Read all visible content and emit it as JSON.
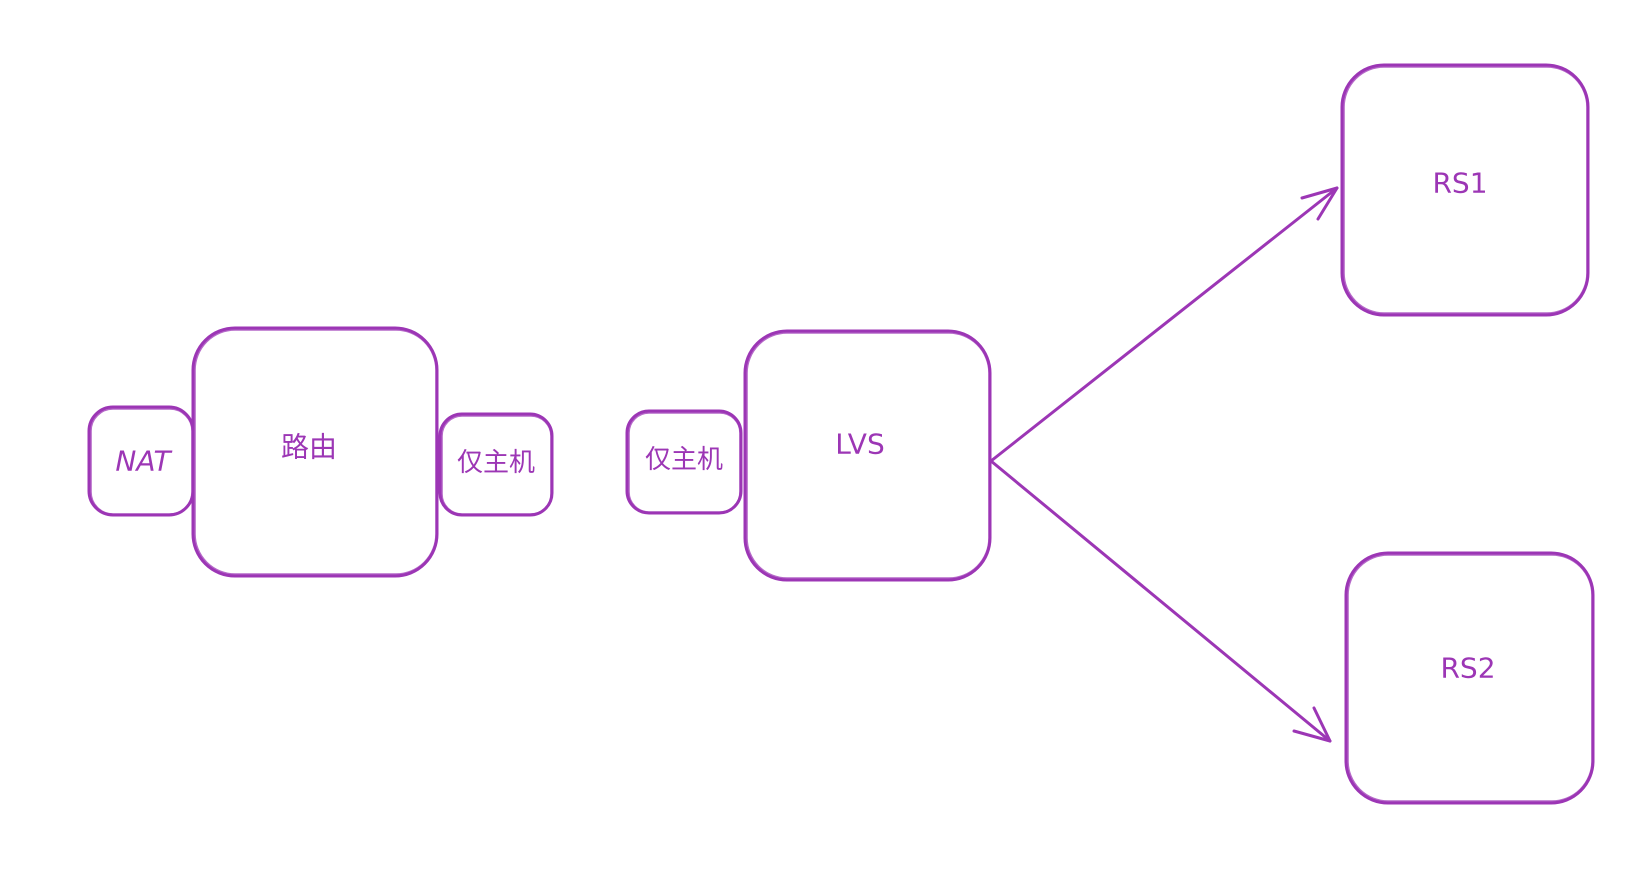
{
  "colors": {
    "stroke": "#9c36b5",
    "label": "#9c36b5",
    "background": "#ffffff"
  },
  "nodes": {
    "nat": {
      "label": "NAT"
    },
    "router": {
      "label": "路由"
    },
    "host_only_left": {
      "label": "仅主机"
    },
    "host_only_right": {
      "label": "仅主机"
    },
    "lvs": {
      "label": "LVS"
    },
    "rs1": {
      "label": "RS1"
    },
    "rs2": {
      "label": "RS2"
    }
  },
  "edges": [
    {
      "from": "LVS",
      "to": "RS1"
    },
    {
      "from": "LVS",
      "to": "RS2"
    }
  ]
}
